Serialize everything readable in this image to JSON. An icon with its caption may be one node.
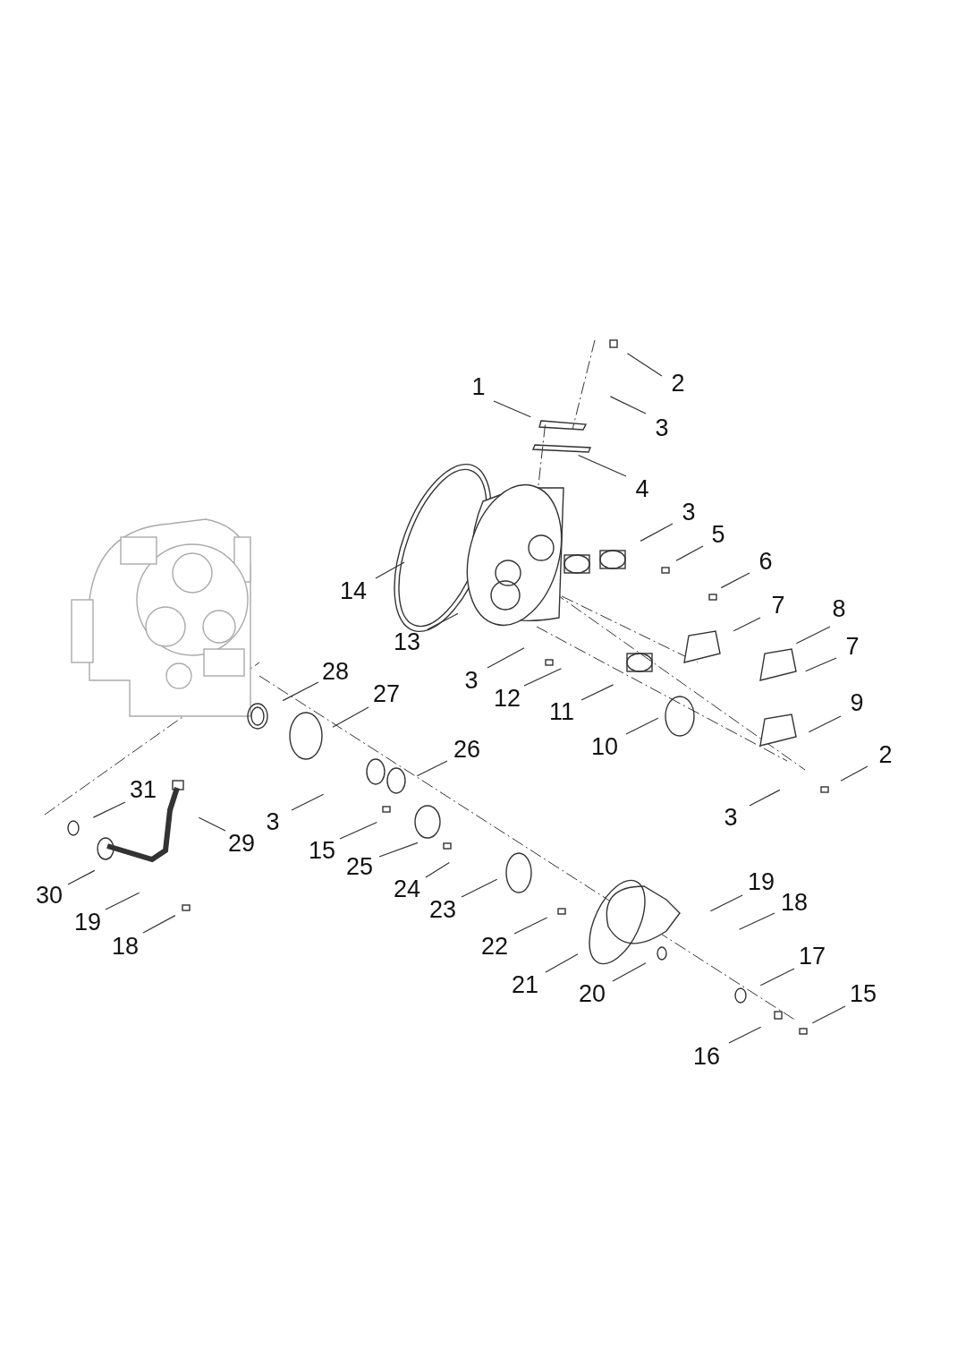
{
  "diagram": {
    "nodes": [
      {
        "text": [
          "1"
        ]
      },
      {
        "text": [
          "2"
        ]
      },
      {
        "text": [
          "3"
        ]
      },
      {
        "text": [
          "4"
        ]
      },
      {
        "text": [
          "3"
        ]
      },
      {
        "text": [
          "5"
        ]
      },
      {
        "text": [
          "6"
        ]
      },
      {
        "text": [
          "14"
        ]
      },
      {
        "text": [
          "7"
        ]
      },
      {
        "text": [
          "8"
        ]
      },
      {
        "text": [
          "13"
        ]
      },
      {
        "text": [
          "7"
        ]
      },
      {
        "text": [
          "28"
        ]
      },
      {
        "text": [
          "3"
        ]
      },
      {
        "text": [
          "12"
        ]
      },
      {
        "text": [
          "11"
        ]
      },
      {
        "text": [
          "27"
        ]
      },
      {
        "text": [
          "9"
        ]
      },
      {
        "text": [
          "10"
        ]
      },
      {
        "text": [
          "26"
        ]
      },
      {
        "text": [
          "2"
        ]
      },
      {
        "text": [
          "31"
        ]
      },
      {
        "text": [
          "3"
        ]
      },
      {
        "text": [
          "3"
        ]
      },
      {
        "text": [
          "29"
        ]
      },
      {
        "text": [
          "15"
        ]
      },
      {
        "text": [
          "25"
        ]
      },
      {
        "text": [
          "24"
        ]
      },
      {
        "text": [
          "30"
        ]
      },
      {
        "text": [
          "19"
        ]
      },
      {
        "text": [
          "23"
        ]
      },
      {
        "text": [
          "18"
        ]
      },
      {
        "text": [
          "19"
        ]
      },
      {
        "text": [
          "18"
        ]
      },
      {
        "text": [
          "22"
        ]
      },
      {
        "text": [
          "17"
        ]
      },
      {
        "text": [
          "21"
        ]
      },
      {
        "text": [
          "20"
        ]
      },
      {
        "text": [
          "15"
        ]
      },
      {
        "text": [
          "16"
        ]
      }
    ],
    "edges": [
      {
        "from": 0,
        "to": null,
        "arrow": "none"
      },
      {
        "from": 1,
        "to": null,
        "arrow": "none"
      },
      {
        "from": 2,
        "to": null,
        "arrow": "none"
      },
      {
        "from": 3,
        "to": null,
        "arrow": "none"
      },
      {
        "from": 4,
        "to": null,
        "arrow": "none"
      },
      {
        "from": 5,
        "to": null,
        "arrow": "none"
      },
      {
        "from": 6,
        "to": null,
        "arrow": "none"
      },
      {
        "from": 7,
        "to": null,
        "arrow": "none"
      },
      {
        "from": 8,
        "to": null,
        "arrow": "none"
      },
      {
        "from": 9,
        "to": null,
        "arrow": "none"
      },
      {
        "from": 10,
        "to": null,
        "arrow": "none"
      },
      {
        "from": 11,
        "to": null,
        "arrow": "none"
      },
      {
        "from": 12,
        "to": null,
        "arrow": "none"
      },
      {
        "from": 13,
        "to": null,
        "arrow": "none"
      },
      {
        "from": 14,
        "to": null,
        "arrow": "none"
      },
      {
        "from": 15,
        "to": null,
        "arrow": "none"
      },
      {
        "from": 16,
        "to": null,
        "arrow": "none"
      },
      {
        "from": 17,
        "to": null,
        "arrow": "none"
      },
      {
        "from": 18,
        "to": null,
        "arrow": "none"
      },
      {
        "from": 19,
        "to": null,
        "arrow": "none"
      },
      {
        "from": 20,
        "to": null,
        "arrow": "none"
      },
      {
        "from": 21,
        "to": null,
        "arrow": "none"
      },
      {
        "from": 22,
        "to": null,
        "arrow": "none"
      },
      {
        "from": 23,
        "to": null,
        "arrow": "none"
      },
      {
        "from": 24,
        "to": null,
        "arrow": "none"
      },
      {
        "from": 25,
        "to": null,
        "arrow": "none"
      },
      {
        "from": 26,
        "to": null,
        "arrow": "none"
      },
      {
        "from": 27,
        "to": null,
        "arrow": "none"
      },
      {
        "from": 28,
        "to": null,
        "arrow": "none"
      },
      {
        "from": 29,
        "to": null,
        "arrow": "none"
      },
      {
        "from": 30,
        "to": null,
        "arrow": "none"
      },
      {
        "from": 31,
        "to": null,
        "arrow": "none"
      },
      {
        "from": 32,
        "to": null,
        "arrow": "none"
      },
      {
        "from": 33,
        "to": null,
        "arrow": "none"
      },
      {
        "from": 34,
        "to": null,
        "arrow": "none"
      },
      {
        "from": 35,
        "to": null,
        "arrow": "none"
      },
      {
        "from": 36,
        "to": null,
        "arrow": "none"
      },
      {
        "from": 37,
        "to": null,
        "arrow": "none"
      },
      {
        "from": 38,
        "to": null,
        "arrow": "none"
      },
      {
        "from": 39,
        "to": null,
        "arrow": "none"
      }
    ]
  }
}
